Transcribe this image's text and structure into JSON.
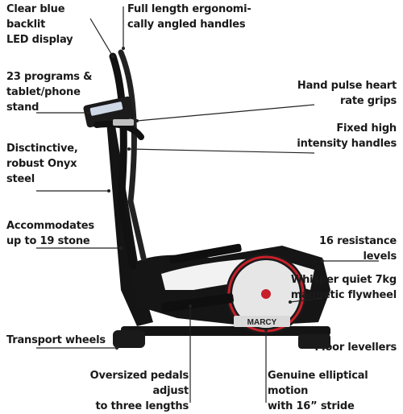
{
  "callouts": {
    "display": "Clear blue\nbacklit\nLED display",
    "handles_full": "Full length ergonomi-\ncally angled handles",
    "programs": "23 programs &\ntablet/phone\nstand",
    "hand_pulse": "Hand pulse heart\nrate grips",
    "fixed_handles": "Fixed high\nintensity handles",
    "steel": "Disctinctive,\nrobust Onyx\nsteel",
    "stone": "Accommodates\nup to 19 stone",
    "resistance": "16 resistance\nlevels",
    "flywheel": "Whisper quiet 7kg\nmagnetic flywheel",
    "transport": "Transport wheels",
    "floor": "Floor levellers",
    "pedals": "Oversized pedals adjust\nto three lengths",
    "stride": "Genuine elliptical motion\nwith 16” stride"
  },
  "brand": "MARCY",
  "colors": {
    "frame": "#141414",
    "accent": "#c8202a",
    "text": "#1a1a1a",
    "silver": "#d9d9d9"
  }
}
